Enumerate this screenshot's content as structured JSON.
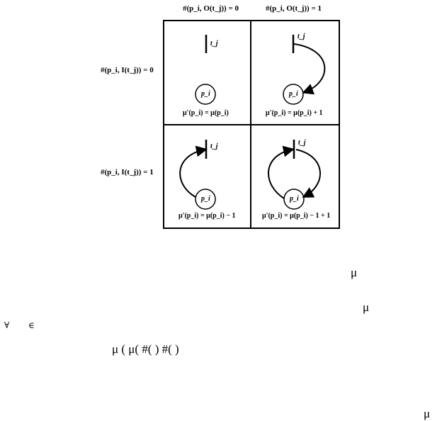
{
  "figure": {
    "column_headers": [
      "#(p_i, O(t_j)) = 0",
      "#(p_i, O(t_j)) = 1"
    ],
    "row_headers": [
      "#(p_i, I(t_j)) = 0",
      "#(p_i, I(t_j)) = 1"
    ],
    "cells": [
      {
        "transition": "t_j",
        "place": "p_i",
        "formula": "μ'(p_i) = μ(p_i)"
      },
      {
        "transition": "t_j",
        "place": "p_i",
        "formula": "μ'(p_i) = μ(p_i) + 1"
      },
      {
        "transition": "t_j",
        "place": "p_i",
        "formula": "μ'(p_i) = μ(p_i) − 1"
      },
      {
        "transition": "t_j",
        "place": "p_i",
        "formula": "μ'(p_i) = μ(p_i) − 1 + 1"
      }
    ]
  },
  "text_fragments": {
    "mu_1": "μ",
    "mu_2": "μ",
    "forall": "∀",
    "element_of": "∈",
    "formula_row": "μ (      μ(        #(          )    #(            )",
    "mu_3": "μ"
  }
}
